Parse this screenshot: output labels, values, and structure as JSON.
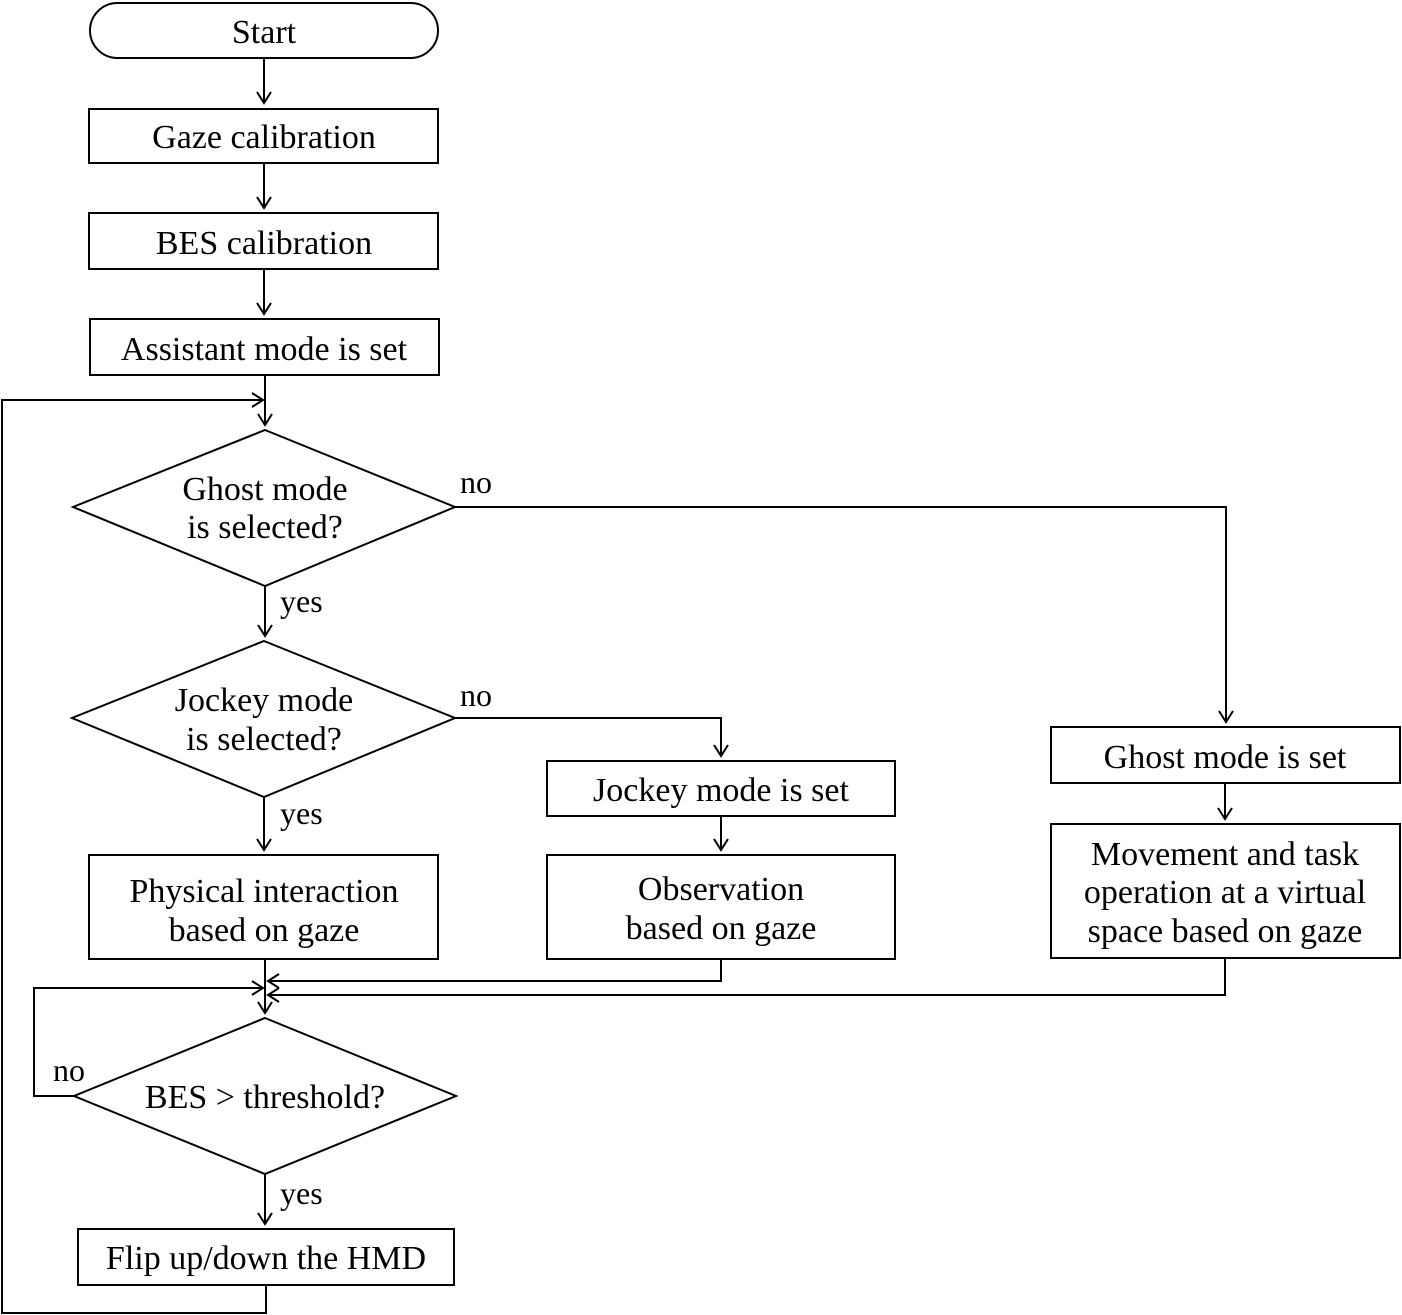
{
  "colors": {
    "stroke": "#000000",
    "fill": "#ffffff",
    "text": "#000000"
  },
  "nodes": {
    "start": "Start",
    "gaze_calibration": "Gaze calibration",
    "bes_calibration": "BES calibration",
    "assistant_mode": "Assistant mode is set",
    "ghost_decision": [
      "Ghost mode",
      "is selected?"
    ],
    "jockey_decision": [
      "Jockey mode",
      "is selected?"
    ],
    "jockey_mode_set": "Jockey mode is set",
    "ghost_mode_set": "Ghost mode is set",
    "physical_interaction": [
      "Physical interaction",
      "based on gaze"
    ],
    "observation": [
      "Observation",
      "based on gaze"
    ],
    "movement_task": [
      "Movement and task",
      "operation at a virtual",
      "space based on gaze"
    ],
    "bes_decision": "BES > threshold?",
    "flip_hmd": "Flip up/down the HMD"
  },
  "edge_labels": {
    "ghost_no": "no",
    "ghost_yes": "yes",
    "jockey_no": "no",
    "jockey_yes": "yes",
    "bes_no": "no",
    "bes_yes": "yes"
  }
}
